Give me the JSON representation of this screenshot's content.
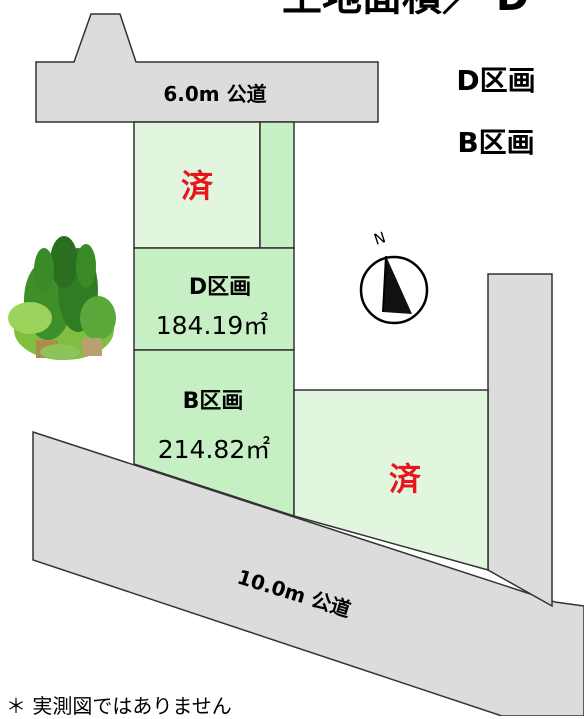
{
  "header": {
    "title": "土地面積／ D"
  },
  "legend": {
    "lot_d": "D区画",
    "lot_b": "B区画"
  },
  "roads": {
    "north": "6.0m 公道",
    "south": "10.0m 公道"
  },
  "lots": {
    "sold_north": {
      "status": "済"
    },
    "d": {
      "name": "D区画",
      "area": "184.19㎡"
    },
    "b": {
      "name": "B区画",
      "area": "214.82㎡"
    },
    "sold_east": {
      "status": "済"
    }
  },
  "compass": {
    "label": "N"
  },
  "colors": {
    "road": "#dcdcdc",
    "lot_available": "#c7efc4",
    "lot_sold": "#e2f5df",
    "sold_text": "#e8161b",
    "outline": "#333333"
  },
  "footnote": "＊ 実測図ではありません"
}
